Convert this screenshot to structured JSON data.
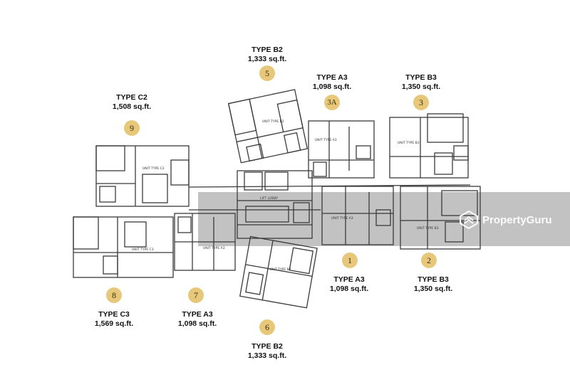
{
  "units": [
    {
      "id": "5",
      "type": "TYPE B2",
      "area": "1,333 sq.ft."
    },
    {
      "id": "3A",
      "type": "TYPE A3",
      "area": "1,098 sq.ft."
    },
    {
      "id": "3",
      "type": "TYPE B3",
      "area": "1,350 sq.ft."
    },
    {
      "id": "9",
      "type": "TYPE C2",
      "area": "1,508 sq.ft."
    },
    {
      "id": "1",
      "type": "TYPE A3",
      "area": "1,098 sq.ft."
    },
    {
      "id": "2",
      "type": "TYPE B3",
      "area": "1,350 sq.ft."
    },
    {
      "id": "8",
      "type": "TYPE C3",
      "area": "1,569 sq.ft."
    },
    {
      "id": "7",
      "type": "TYPE A3",
      "area": "1,098 sq.ft."
    },
    {
      "id": "6",
      "type": "TYPE B2",
      "area": "1,333 sq.ft."
    }
  ],
  "plan_labels": {
    "unit_b2_top": "UNIT TYPE B2",
    "unit_a3_top": "UNIT TYPE A3",
    "unit_b3_top": "UNIT TYPE B3",
    "unit_c2": "UNIT TYPE C2",
    "unit_c3": "UNIT TYPE C3",
    "unit_a3_left": "UNIT TYPE A3",
    "unit_a3_right": "UNIT TYPE A3",
    "unit_b3_right": "UNIT TYPE B3",
    "unit_b2_bottom": "UNIT TYPE B2",
    "lift_lobby": "LIFT LOBBY"
  },
  "watermark": {
    "text": "PropertyGuru"
  },
  "colors": {
    "badge": "#e7c77a",
    "band": "#9a9a9a",
    "line": "#3a3a3a"
  }
}
